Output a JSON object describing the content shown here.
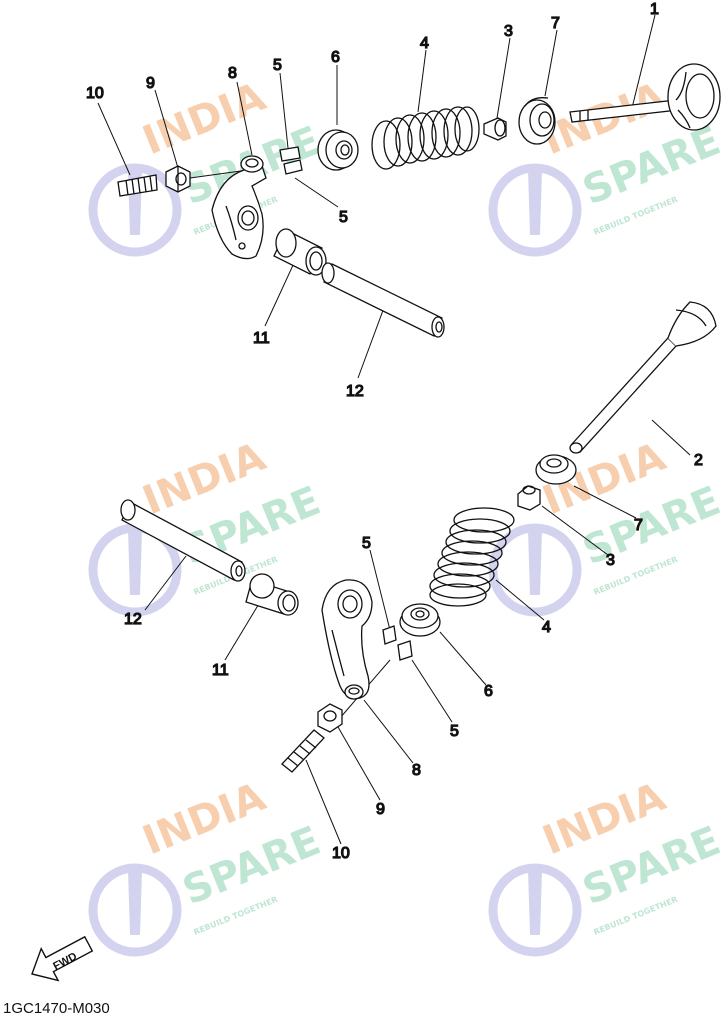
{
  "diagram": {
    "code": "1GC1470-M030",
    "fwd_label": "FWD",
    "callouts": {
      "upper": {
        "n1": "1",
        "n3": "3",
        "n4": "4",
        "n5a": "5",
        "n5b": "5",
        "n6": "6",
        "n7": "7",
        "n8": "8",
        "n9": "9",
        "n10": "10",
        "n11": "11",
        "n12": "12"
      },
      "lower": {
        "n2": "2",
        "n3": "3",
        "n4": "4",
        "n5a": "5",
        "n5b": "5",
        "n6": "6",
        "n7": "7",
        "n8": "8",
        "n9": "9",
        "n10": "10",
        "n11": "11",
        "n12": "12"
      }
    }
  },
  "watermark": {
    "line1": "INDIA",
    "line2": "SPARE",
    "tagline": "REBUILD TOGETHER",
    "colors": {
      "india": "#f7cfae",
      "spare": "#bfe6d2",
      "icon": "#cfcfee"
    }
  }
}
